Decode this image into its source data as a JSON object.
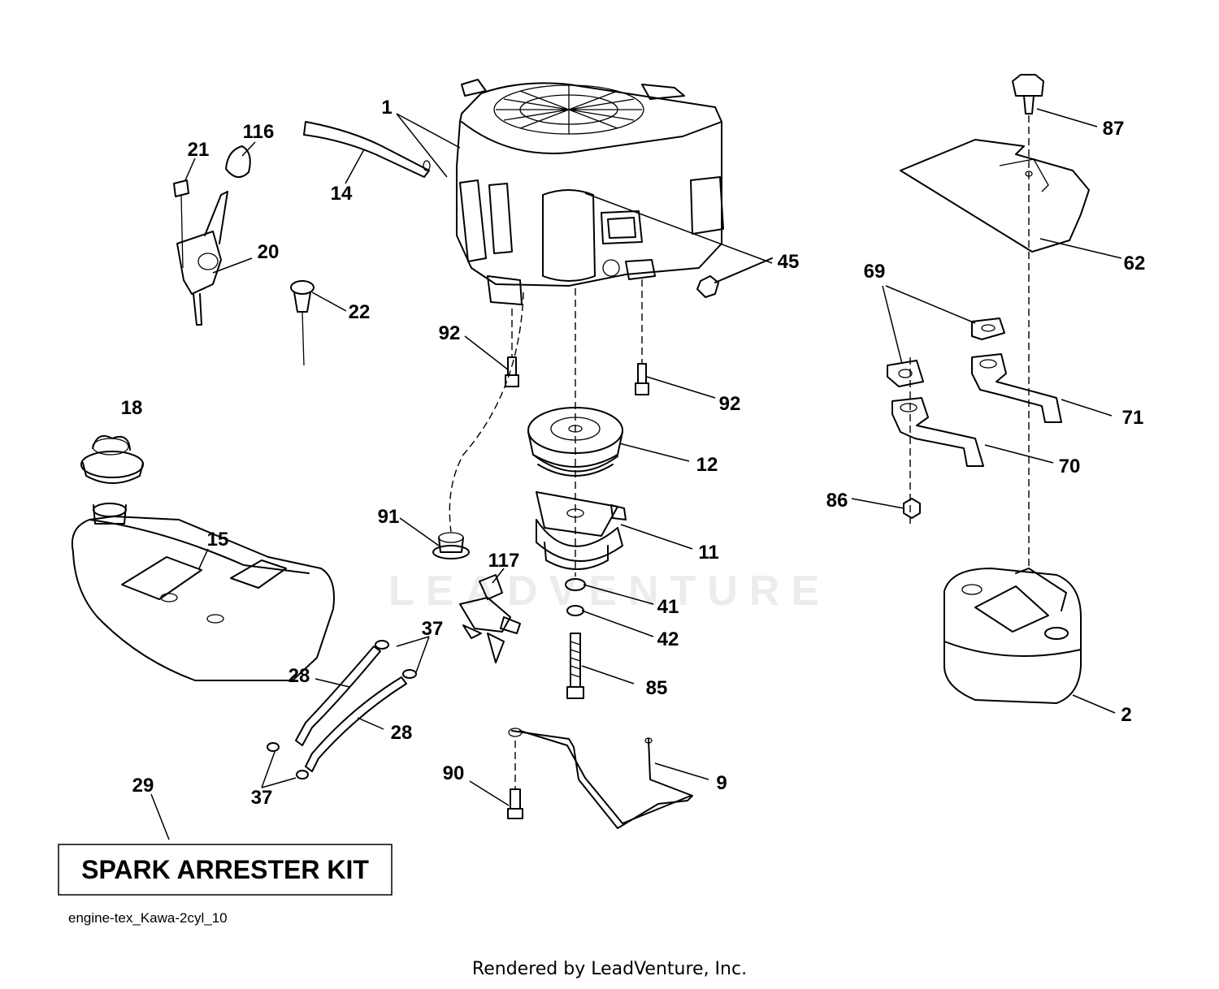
{
  "diagram": {
    "callouts": [
      {
        "id": "c1",
        "label": "1"
      },
      {
        "id": "c116",
        "label": "116"
      },
      {
        "id": "c21",
        "label": "21"
      },
      {
        "id": "c14",
        "label": "14"
      },
      {
        "id": "c20",
        "label": "20"
      },
      {
        "id": "c22",
        "label": "22"
      },
      {
        "id": "c45",
        "label": "45"
      },
      {
        "id": "c92a",
        "label": "92"
      },
      {
        "id": "c92b",
        "label": "92"
      },
      {
        "id": "c18",
        "label": "18"
      },
      {
        "id": "c12",
        "label": "12"
      },
      {
        "id": "c15",
        "label": "15"
      },
      {
        "id": "c91",
        "label": "91"
      },
      {
        "id": "c11",
        "label": "11"
      },
      {
        "id": "c117",
        "label": "117"
      },
      {
        "id": "c41",
        "label": "41"
      },
      {
        "id": "c37a",
        "label": "37"
      },
      {
        "id": "c42",
        "label": "42"
      },
      {
        "id": "c28a",
        "label": "28"
      },
      {
        "id": "c85",
        "label": "85"
      },
      {
        "id": "c28b",
        "label": "28"
      },
      {
        "id": "c90",
        "label": "90"
      },
      {
        "id": "c9",
        "label": "9"
      },
      {
        "id": "c29",
        "label": "29"
      },
      {
        "id": "c37b",
        "label": "37"
      },
      {
        "id": "c87",
        "label": "87"
      },
      {
        "id": "c62",
        "label": "62"
      },
      {
        "id": "c69",
        "label": "69"
      },
      {
        "id": "c71",
        "label": "71"
      },
      {
        "id": "c70",
        "label": "70"
      },
      {
        "id": "c86",
        "label": "86"
      },
      {
        "id": "c2",
        "label": "2"
      }
    ],
    "kit_label": "SPARK ARRESTER KIT",
    "drawing_code": "engine-tex_Kawa-2cyl_10",
    "watermark": "LEADVENTURE",
    "footer": "Rendered by LeadVenture, Inc."
  }
}
